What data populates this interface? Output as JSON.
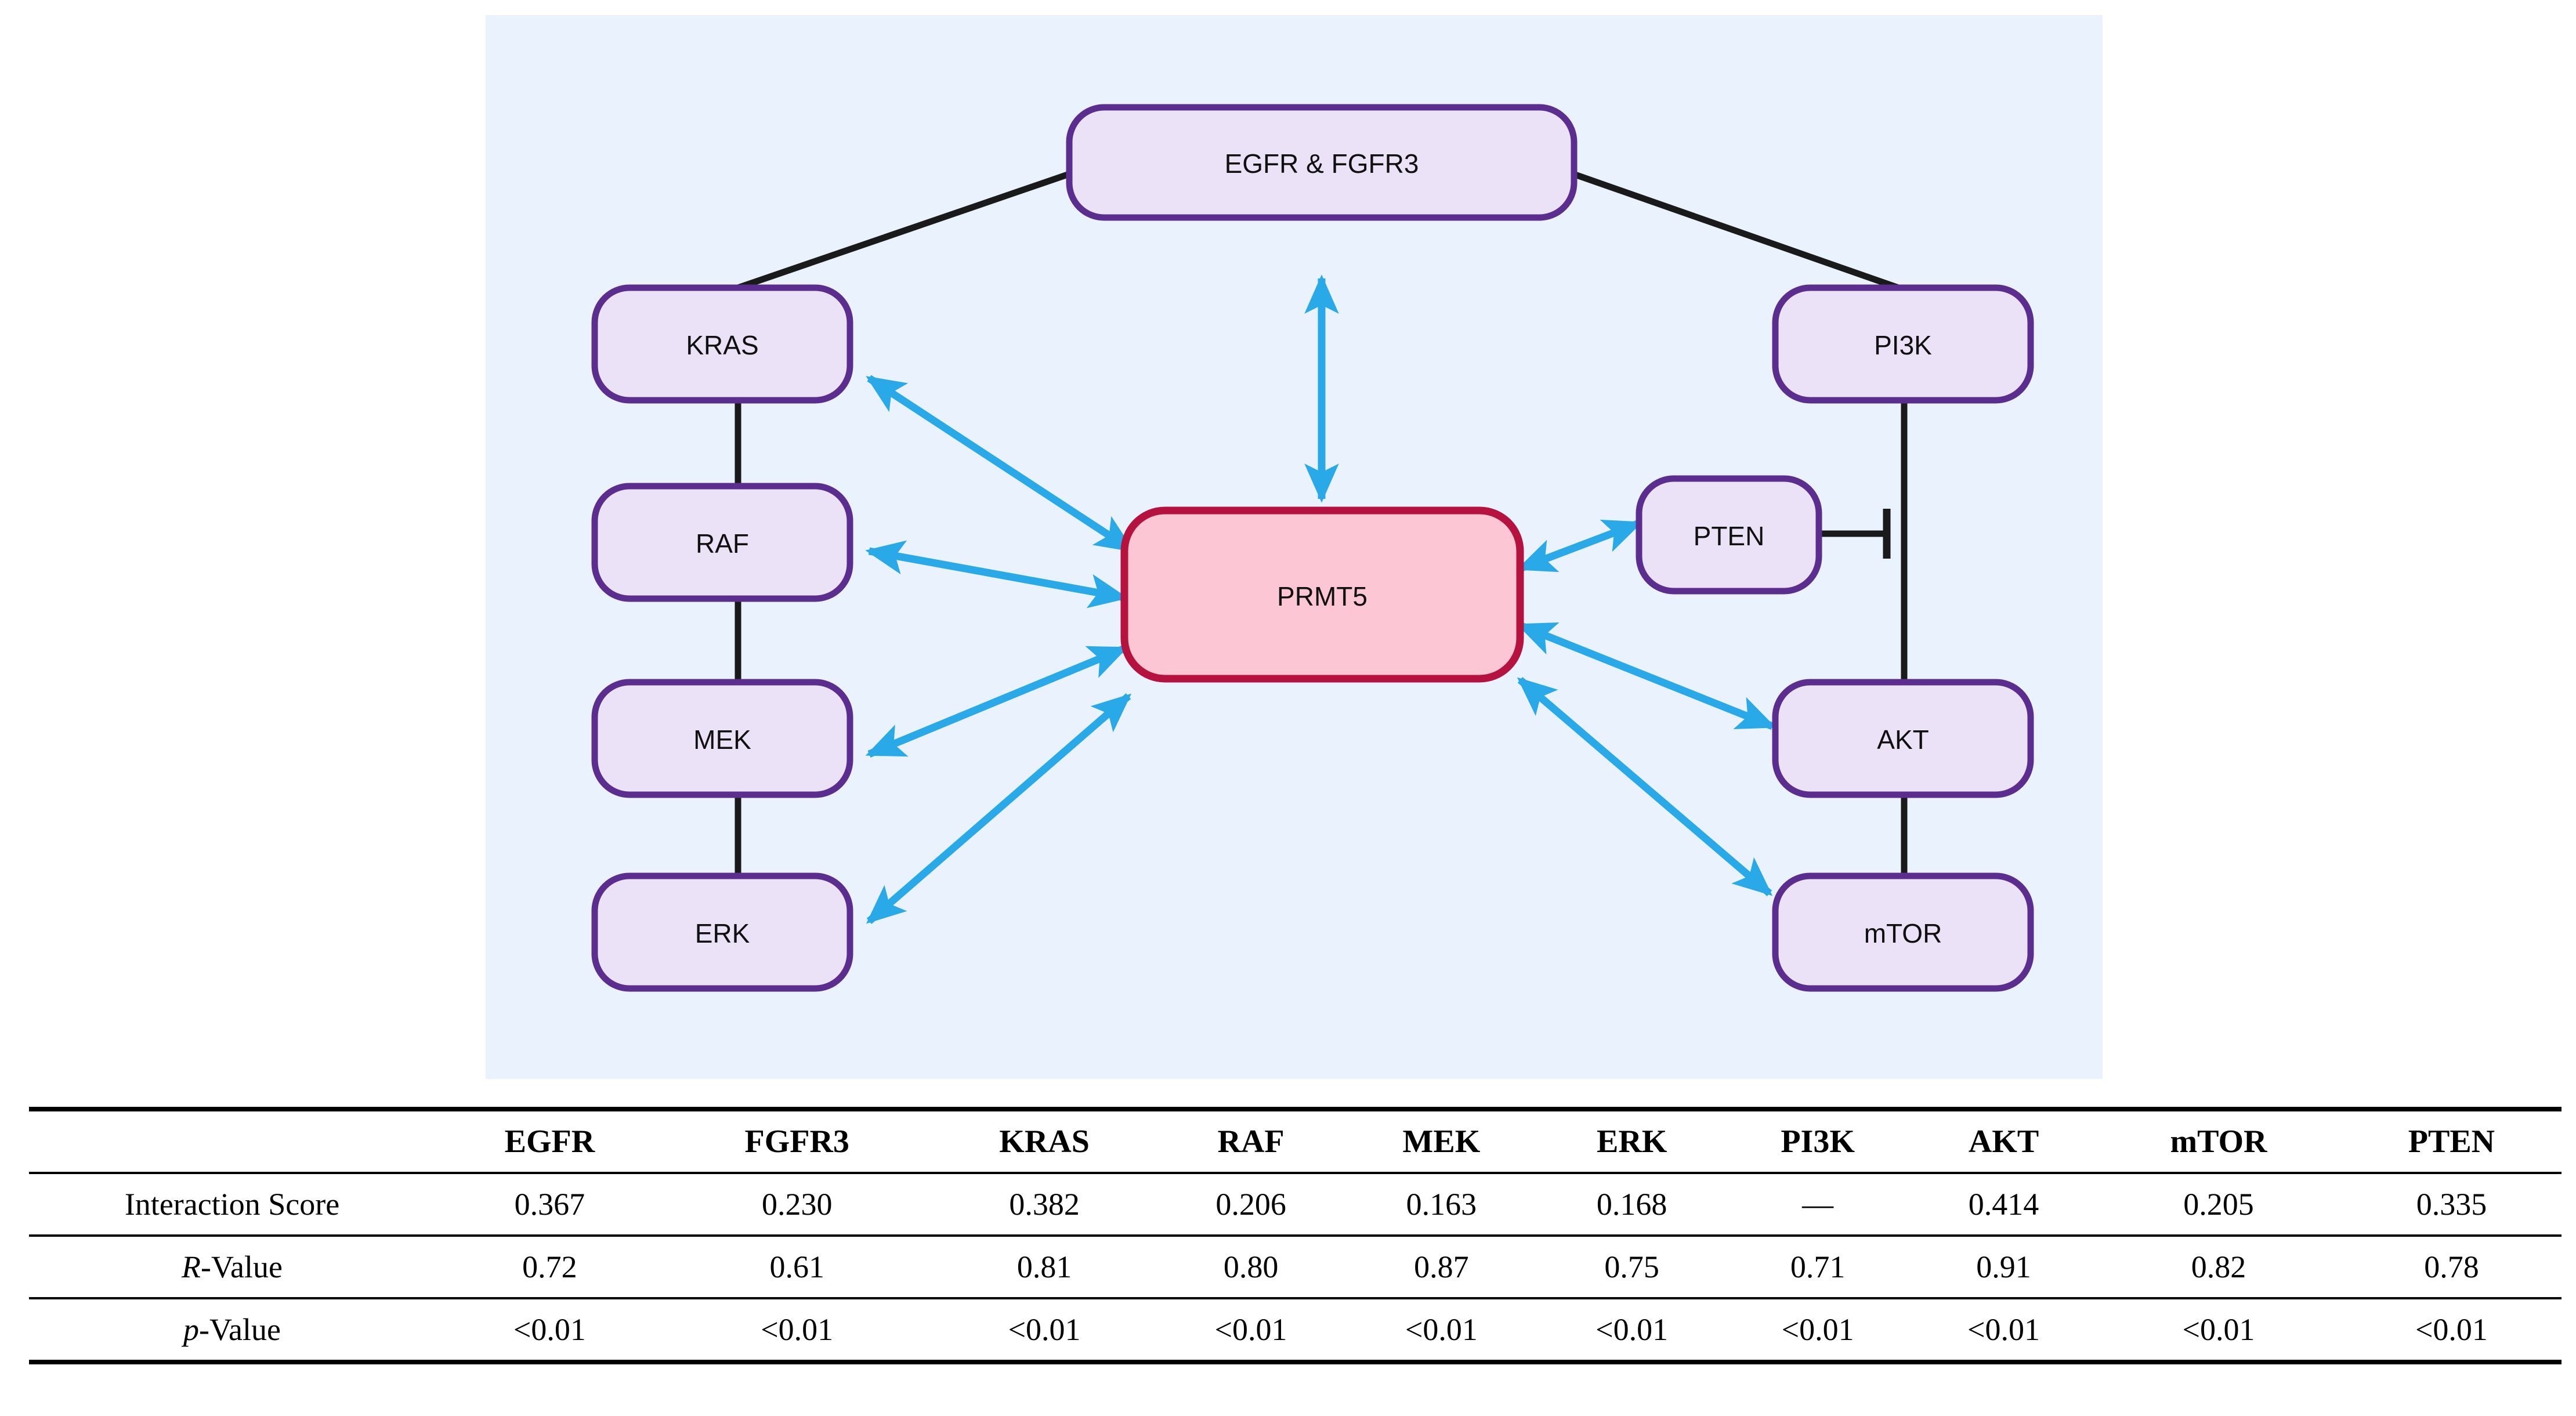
{
  "figure": {
    "panel_background": "#e9f2fd",
    "node_fill": "#ece2f7",
    "node_stroke": "#5b2d8e",
    "center_fill": "#fcc6d4",
    "center_stroke": "#b5123f",
    "arrow_color": "#29a9e8",
    "edge_color": "#1a1a1a"
  },
  "diagram": {
    "nodes": {
      "receptor": "EGFR & FGFR3",
      "kras": "KRAS",
      "raf": "RAF",
      "mek": "MEK",
      "erk": "ERK",
      "pi3k": "PI3K",
      "pten": "PTEN",
      "akt": "AKT",
      "mtor": "mTOR",
      "center": "PRMT5"
    },
    "edges": [
      {
        "from": "EGFR & FGFR3",
        "to": "KRAS",
        "type": "activation-line"
      },
      {
        "from": "EGFR & FGFR3",
        "to": "PI3K",
        "type": "activation-line"
      },
      {
        "from": "KRAS",
        "to": "RAF",
        "type": "activation-line"
      },
      {
        "from": "RAF",
        "to": "MEK",
        "type": "activation-line"
      },
      {
        "from": "MEK",
        "to": "ERK",
        "type": "activation-line"
      },
      {
        "from": "PI3K",
        "to": "AKT",
        "type": "activation-line"
      },
      {
        "from": "AKT",
        "to": "mTOR",
        "type": "activation-line"
      },
      {
        "from": "PTEN",
        "to": "PI3K-AKT axis",
        "type": "inhibition"
      },
      {
        "from": "EGFR & FGFR3",
        "to": "PRMT5",
        "type": "bidirectional"
      },
      {
        "from": "KRAS",
        "to": "PRMT5",
        "type": "bidirectional"
      },
      {
        "from": "RAF",
        "to": "PRMT5",
        "type": "bidirectional"
      },
      {
        "from": "MEK",
        "to": "PRMT5",
        "type": "bidirectional"
      },
      {
        "from": "ERK",
        "to": "PRMT5",
        "type": "bidirectional"
      },
      {
        "from": "PTEN",
        "to": "PRMT5",
        "type": "bidirectional"
      },
      {
        "from": "AKT",
        "to": "PRMT5",
        "type": "bidirectional"
      },
      {
        "from": "mTOR",
        "to": "PRMT5",
        "type": "bidirectional"
      }
    ]
  },
  "chart_data": {
    "type": "table",
    "title": "",
    "corner_header": "",
    "categories": [
      "EGFR",
      "FGFR3",
      "KRAS",
      "RAF",
      "MEK",
      "ERK",
      "PI3K",
      "AKT",
      "mTOR",
      "PTEN"
    ],
    "rows": [
      {
        "label": "Interaction Score",
        "label_italic_prefix": "",
        "values": [
          "0.367",
          "0.230",
          "0.382",
          "0.206",
          "0.163",
          "0.168",
          "—",
          "0.414",
          "0.205",
          "0.335"
        ]
      },
      {
        "label": "-Value",
        "label_italic_prefix": "R",
        "values": [
          "0.72",
          "0.61",
          "0.81",
          "0.80",
          "0.87",
          "0.75",
          "0.71",
          "0.91",
          "0.82",
          "0.78"
        ]
      },
      {
        "label": "-Value",
        "label_italic_prefix": "p",
        "values": [
          "<0.01",
          "<0.01",
          "<0.01",
          "<0.01",
          "<0.01",
          "<0.01",
          "<0.01",
          "<0.01",
          "<0.01",
          "<0.01"
        ]
      }
    ]
  }
}
